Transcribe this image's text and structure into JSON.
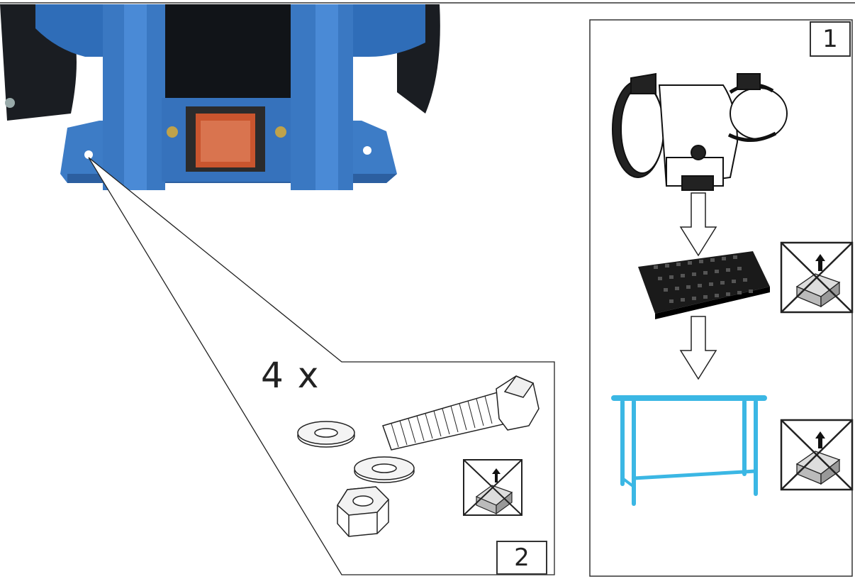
{
  "step1": {
    "number": "1"
  },
  "step2": {
    "number": "2",
    "quantity": "4 x"
  },
  "colors": {
    "grinder_blue": "#3d7cc6",
    "table_cyan": "#3bb7e4",
    "switch_red": "#c9552e",
    "line": "#222222"
  },
  "icons": {
    "no_box": "crossed-out-box-icon",
    "arrow": "down-arrow-icon"
  }
}
